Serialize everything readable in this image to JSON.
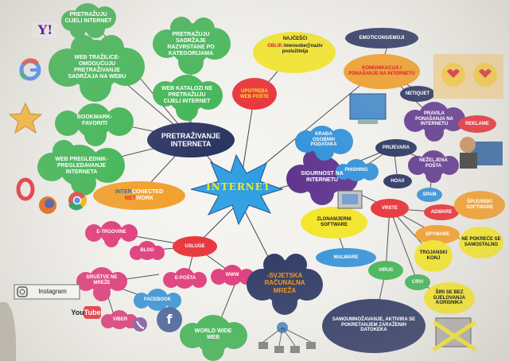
{
  "center": "INTERNET",
  "hubs": {
    "search": "PRETRAŽIVANJE INTERNETA",
    "security": "SIGURNOST NA INTERNETU",
    "services": "USLUGE",
    "www": "-SVJETSKA RAČUNALNA MREŽA",
    "usage": "UPOTREBA WEB POŠTE",
    "communication": "KOMUNIKACIJA I PONAŠANJE NA INTERNETU",
    "types": "VRSTE",
    "malicious": "ZLONAMJERNI SOFTWARE"
  },
  "search_items": {
    "whole": "PRETRAŽUJU CIJELI INTERNET",
    "engines": "WEB TRAŽILICE- OMOGUĆUJU PRETRAŽIVANJE SADRŽAJA NA WEBU",
    "bookmarks": "BOOKMARK- FAVORITI",
    "browsers": "WEB PREGLEDNIK- PREGLEDAVANJE INTERNETA",
    "connected_a": "INTER",
    "connected_b": "CONECTED",
    "connected_c": "NET",
    "connected_d": "WORK",
    "catalog_content": "PRETRAŽUJU SADRŽAJE RAZVRSTANE PO KATEGORIJAMA",
    "catalogs": "WEB KATALOZI NE PRETRAŽUJU CIJELI INTERNET"
  },
  "mail": {
    "common": "NAJČEŠĆI",
    "format_a": "OBLIK:",
    "format_b": "imeosobe@naziv poslužitelja"
  },
  "communication_items": {
    "emoticons": "EMOTICONS/EMOJI",
    "netiquet": "NETIQUET",
    "rules": "PRAVILA PONAŠANJA NA INTERNETU",
    "ads": "REKLAME"
  },
  "security_items": {
    "theft": "KRAĐA OSOBNIH PODATAKA",
    "fraud": "PRIJEVARA",
    "phishing": "PHISHING",
    "hoax": "HOAX",
    "unwanted": "NEŽELJENA POŠTA",
    "spam": "SPAM"
  },
  "type_items": {
    "adware": "ADWARE",
    "spyware": "SPYWARE",
    "trojan": "TROJANSKI KONJ",
    "spupnski": "ŠPIJUNSKI SOFTWARE",
    "selfstart": "NE POKREĆE SE SAMOSTALNO",
    "spreads": "ŠIRI SE BEZ DJELOVANJA KORISNIKA",
    "worms": "CRVI",
    "virus": "VIRUS",
    "virus_desc": "SAMOUMNOŽAVANJE, AKTIVIRA SE POKRETANJEM ZARAŽENIH DATOKEKA",
    "malware": "MALWARE"
  },
  "services_items": {
    "etrgovine": "E-TRGOVINE",
    "blog": "BLOG",
    "social": "DRUŠTVE NE MREŽE",
    "email": "E-POŠTA",
    "www": "WWW",
    "facebook": "FACEBOOK",
    "viber": "VIBER",
    "worldwide": "WORLD WIDE WEB"
  },
  "brands": {
    "yahoo": "Y!",
    "instagram": "Instagram",
    "youtube_a": "You",
    "youtube_b": "Tube"
  },
  "colors": {
    "green": "#33b24a",
    "navy": "#1f2a5a",
    "red": "#e8242c",
    "yellow": "#f5e61d",
    "blue": "#2a8ed8",
    "orange": "#f39a1e",
    "purple": "#5a2e8a",
    "pink": "#e02c72",
    "center_star": "#2d9ee0"
  }
}
